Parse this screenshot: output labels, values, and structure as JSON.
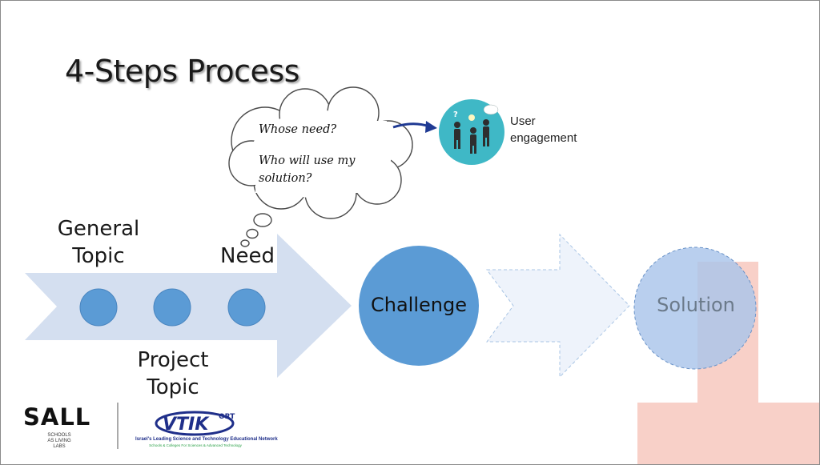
{
  "slide": {
    "title": "4-Steps Process",
    "steps": {
      "general_topic": [
        "General",
        "Topic"
      ],
      "project_topic": [
        "Project",
        "Topic"
      ],
      "need": "Need",
      "challenge": "Challenge",
      "solution": "Solution"
    },
    "thought_bubble": {
      "line1": "Whose need?",
      "line2": "Who will use my",
      "line3": "solution?"
    },
    "user_engagement": [
      "User",
      "engagement"
    ],
    "icons": {
      "user_engagement": "people-discussion-icon"
    },
    "logos": {
      "sall": "SALL",
      "sall_subtitle": [
        "SCHOOLS",
        "AS LIVING",
        "LABS"
      ],
      "ort_tagline": "Israel's Leading Science and Technology Educational Network",
      "ort_subtagline": "Schools & Colleges For Sciences & Advanced Technology"
    },
    "colors": {
      "big_arrow": "#d4dff0",
      "dots": "#5b9bd5",
      "challenge_circle": "#5b9bd5",
      "solution_circle": "#a9c5ea",
      "faded_arrow": "#eef3fb",
      "pink_overlay": "#f8d0c8",
      "user_icon_bg": "#3fb8c6",
      "connector_arrow": "#1f3a93"
    }
  }
}
